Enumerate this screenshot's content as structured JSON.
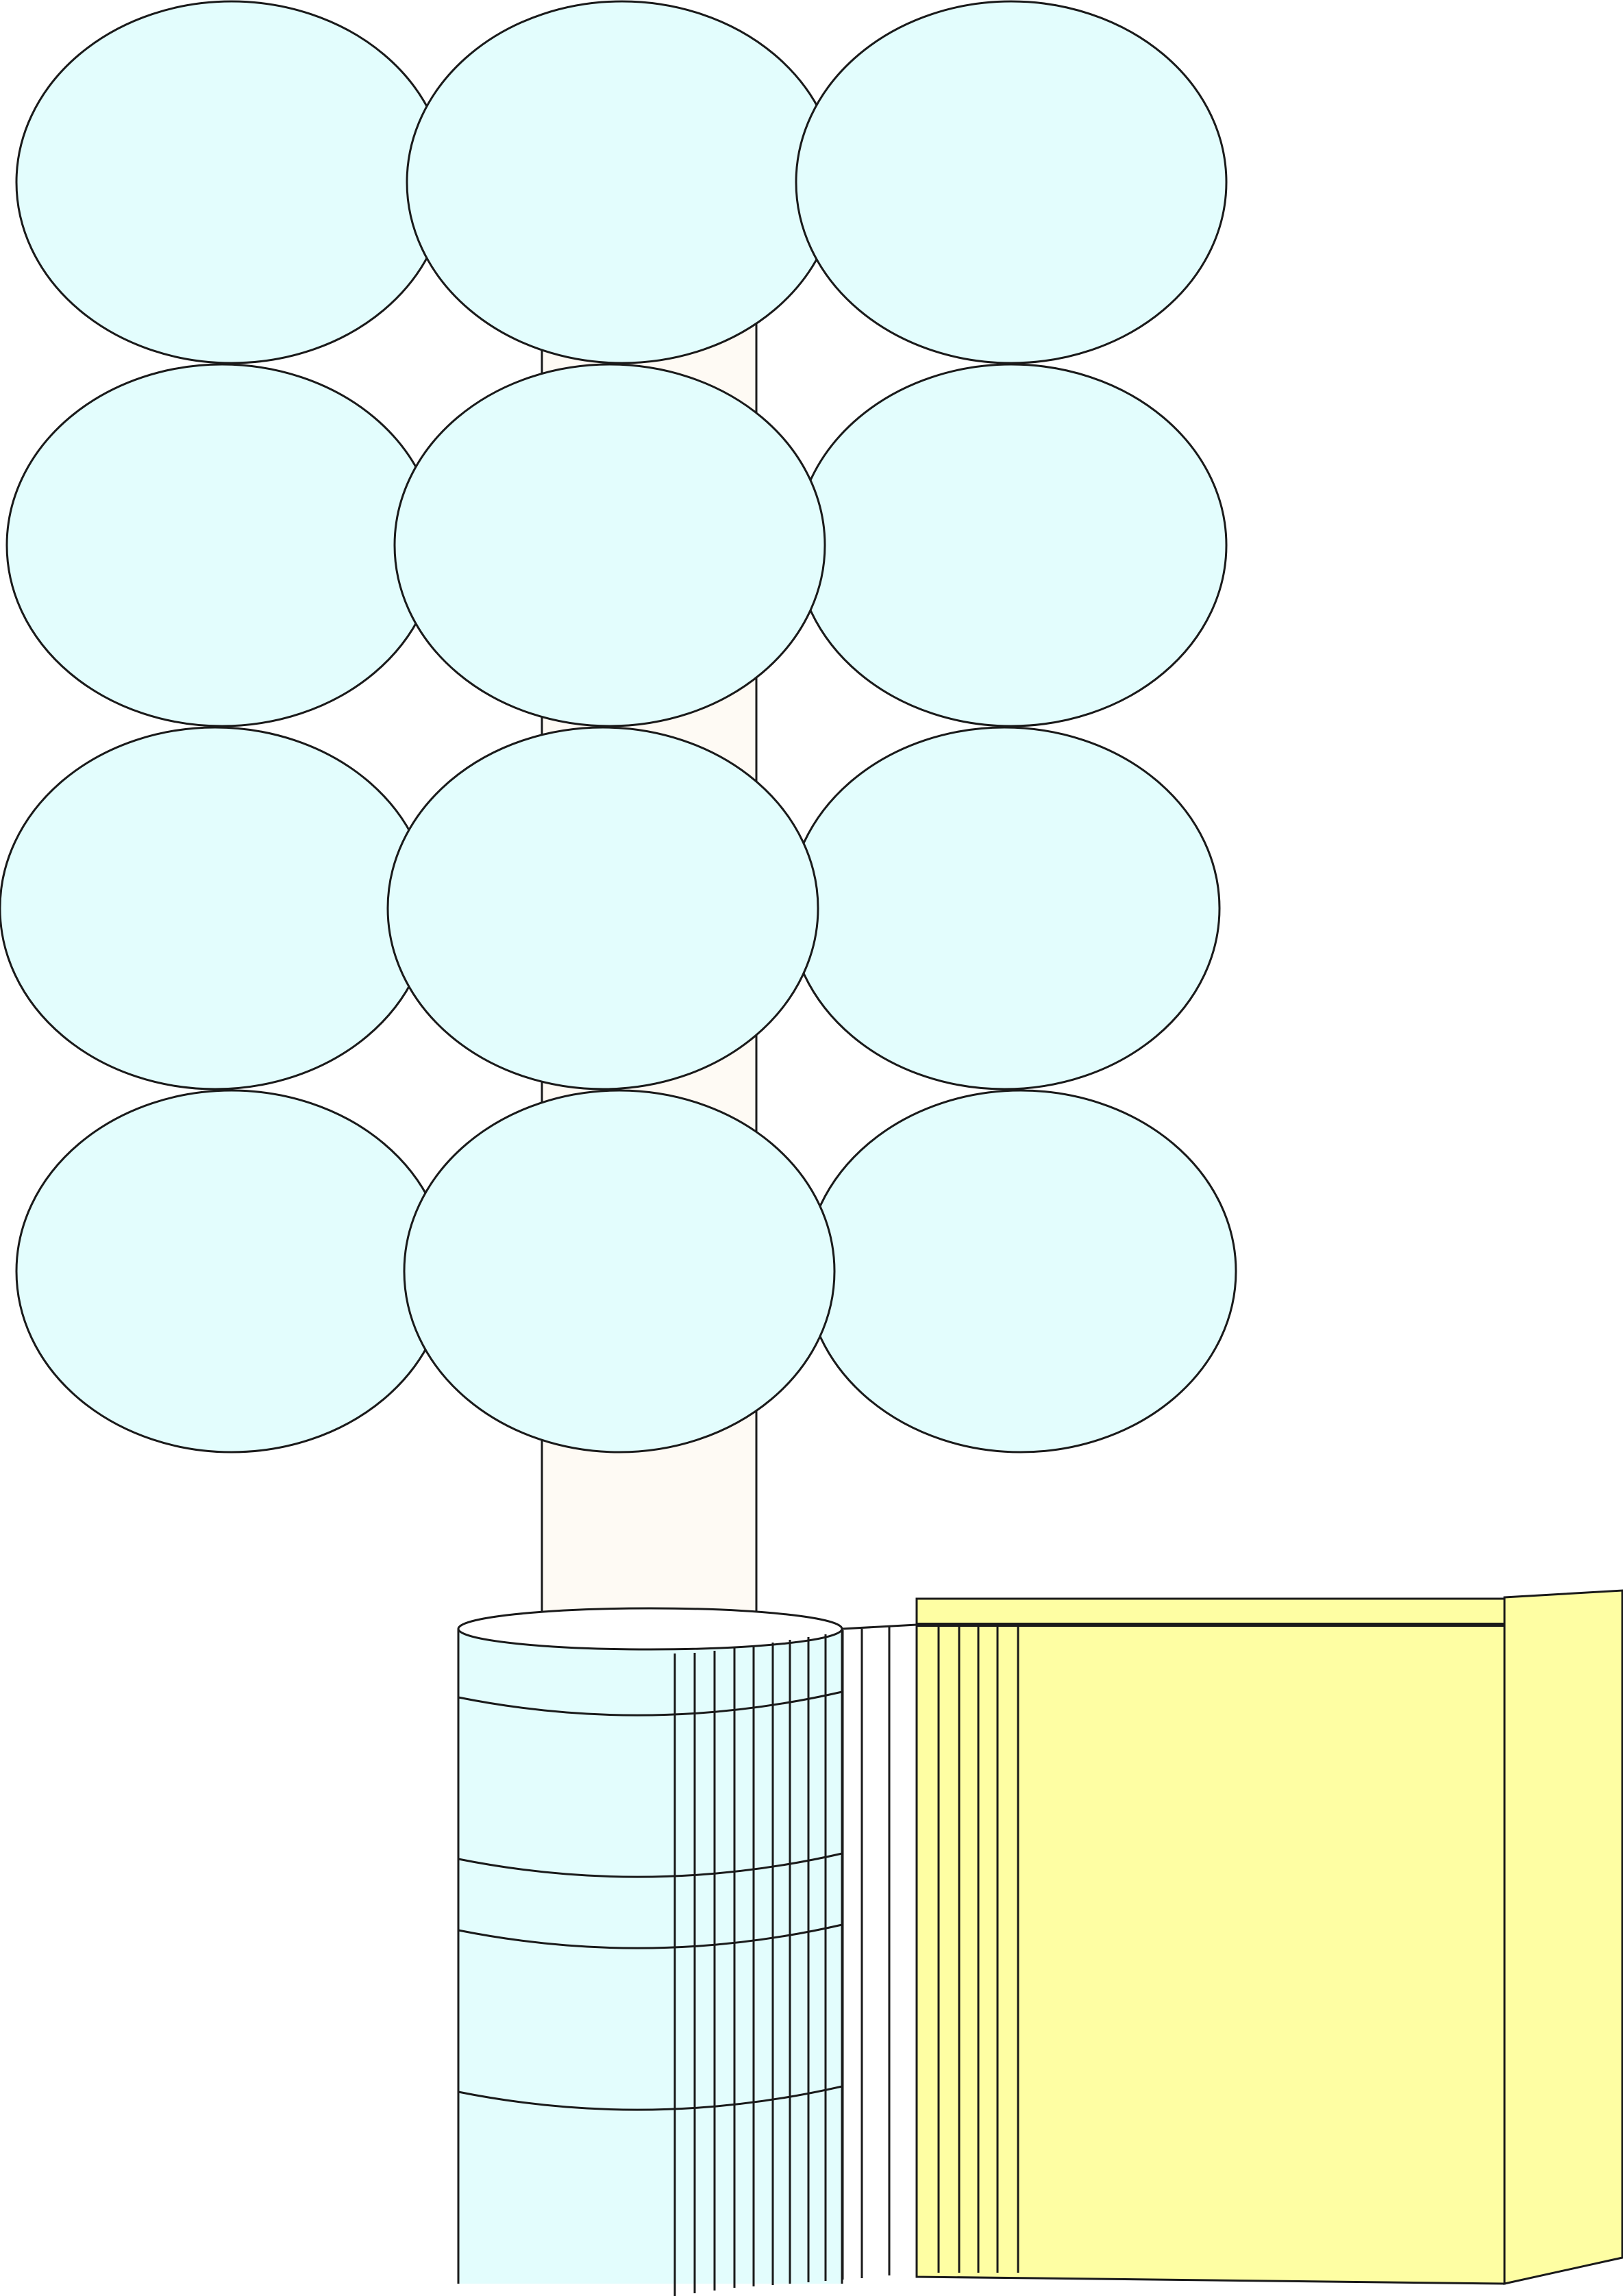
{
  "diagram": {
    "colors": {
      "stroke": "#1a1a1a",
      "ellipse_fill": "#e3fdfd",
      "trunk_fill": "#fefaf4",
      "cylinder_fill": "#e3fdfd",
      "cylinder_top_fill": "#ffffff",
      "box_fill": "#fefea3",
      "background": "#ffffff"
    },
    "grid": {
      "rows": 4,
      "columns": 3,
      "ellipse_count": 12
    },
    "cylinder": {
      "band_count": 4,
      "vertical_line_count": 12
    },
    "box": {
      "vertical_line_count": 5
    }
  }
}
